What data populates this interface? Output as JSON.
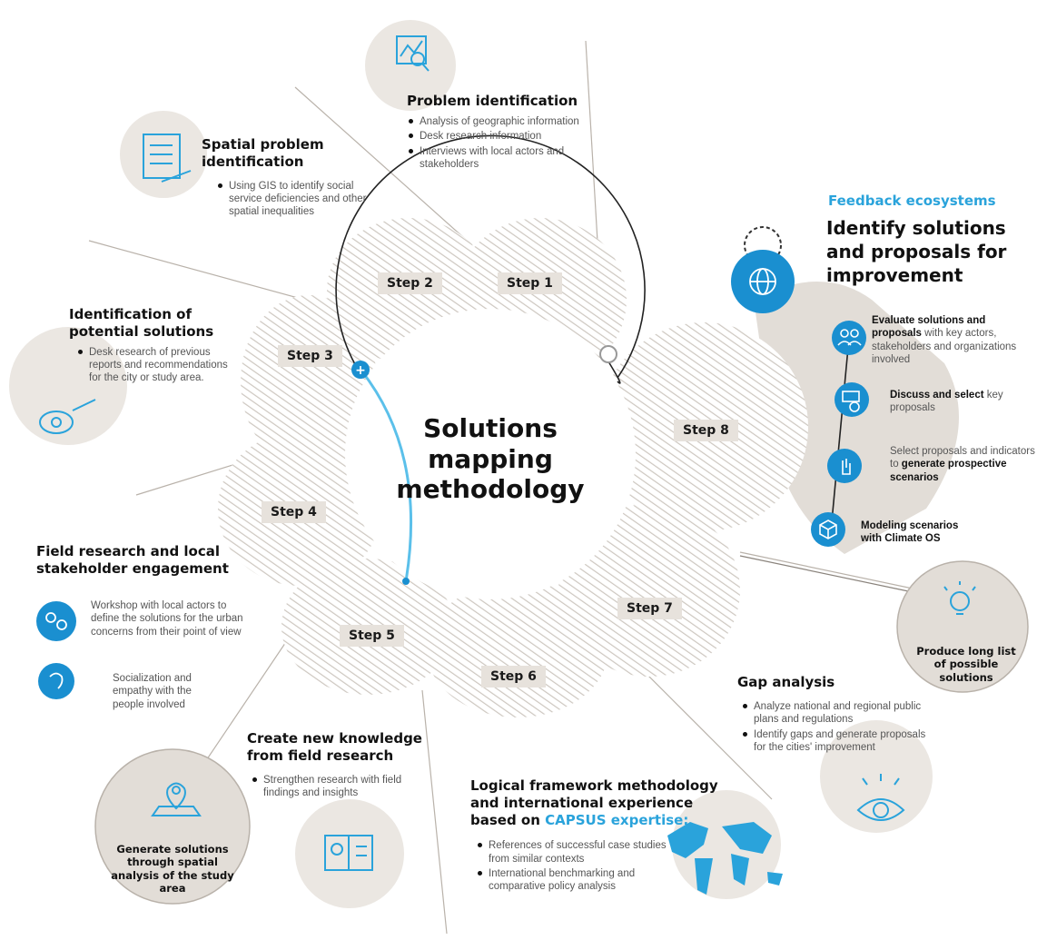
{
  "diagram": {
    "center_title": "Solutions mapping methodology",
    "colors": {
      "accent": "#2aa3db",
      "petal_bg": "#e7e2dc",
      "stripe": "#cfc9c2",
      "grey_circle": "#e2ddd7",
      "text": "#111111",
      "muted": "#555555"
    },
    "steps": [
      {
        "label": "Step 1"
      },
      {
        "label": "Step 2"
      },
      {
        "label": "Step 3"
      },
      {
        "label": "Step 4"
      },
      {
        "label": "Step 5"
      },
      {
        "label": "Step 6"
      },
      {
        "label": "Step 7"
      },
      {
        "label": "Step 8"
      }
    ],
    "blocks": {
      "problem_identification": {
        "title": "Problem identification",
        "icon": "data-analysis-icon",
        "items": [
          "Analysis of geographic information",
          "Desk research information",
          "Interviews with local actors and stakeholders"
        ]
      },
      "spatial_problem": {
        "title": "Spatial problem identification",
        "icon": "document-pen-icon",
        "items": [
          "Using GIS to identify social service deficiencies and other spatial inequalities"
        ]
      },
      "potential_solutions": {
        "title": "Identification of potential solutions",
        "icon": "eye-magnifier-icon",
        "items": [
          "Desk research of previous reports and recommendations for the city or study area."
        ]
      },
      "field_research": {
        "title": "Field research and local stakeholder engagement",
        "entries": [
          {
            "icon": "people-exchange-icon",
            "text": "Workshop with local actors to define the solutions for the urban concerns from their point of view"
          },
          {
            "icon": "head-empathy-icon",
            "text": "Socialization and empathy with the people involved"
          }
        ]
      },
      "spatial_analysis": {
        "caption": "Generate solutions through spatial analysis of the study area",
        "icon": "map-pin-icon"
      },
      "new_knowledge": {
        "title": "Create new knowledge from field research",
        "icon": "book-lightbulb-icon",
        "items": [
          "Strengthen research with field findings and insights"
        ]
      },
      "logical_framework": {
        "title_part1": "Logical framework methodology and international experience based on",
        "title_part2": "CAPSUS expertise:",
        "icon": "world-map-icon",
        "items": [
          "References of successful case studies from similar contexts",
          "International benchmarking and comparative policy analysis"
        ]
      },
      "gap_analysis": {
        "title": "Gap analysis",
        "icon": "eye-icon",
        "items": [
          "Analyze national and regional public plans and regulations",
          "Identify gaps and generate proposals for the cities' improvement"
        ]
      },
      "long_list": {
        "caption": "Produce long list of possible solutions",
        "icon": "lightbulb-icon"
      },
      "feedback": {
        "subtitle": "Feedback ecosystems",
        "title": "Identify solutions and proposals for improvement",
        "icon": "globe-cycle-icon",
        "steps": [
          {
            "icon": "people-icon",
            "bold": "Evaluate solutions and proposals",
            "rest": " with key actors, stakeholders and organizations involved"
          },
          {
            "icon": "chat-screen-icon",
            "bold": "Discuss and select",
            "rest": " key proposals"
          },
          {
            "icon": "hand-pointer-icon",
            "pre": "Select proposals and indicators to ",
            "bold": "generate prospective scenarios"
          },
          {
            "icon": "cube-network-icon",
            "bold": "Modeling scenarios with Climate OS"
          }
        ]
      }
    }
  }
}
